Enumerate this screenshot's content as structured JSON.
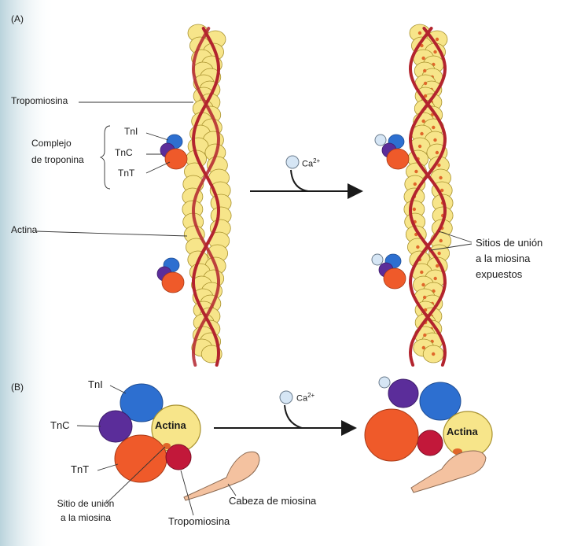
{
  "panel_a": {
    "panel_label": "(A)",
    "tropomiosina": "Tropomiosina",
    "complejo_line1": "Complejo",
    "complejo_line2": "de troponina",
    "tni": "TnI",
    "tnc": "TnC",
    "tnt": "TnT",
    "actina": "Actina",
    "calcium_base": "Ca",
    "calcium_sup": "2+",
    "sitios_line1": "Sitios de unión",
    "sitios_line2": "a la miosina",
    "sitios_line3": "expuestos"
  },
  "panel_b": {
    "panel_label": "(B)",
    "tni": "TnI",
    "tnc": "TnC",
    "tnt": "TnT",
    "actina_left": "Actina",
    "actina_right": "Actina",
    "calcium_base": "Ca",
    "calcium_sup": "2+",
    "sitio_line1": "Sitio de unión",
    "sitio_line2": "a la miosina",
    "tropomiosina": "Tropomiosina",
    "cabeza": "Cabeza de miosina"
  },
  "colors": {
    "actin": "#f7e58a",
    "actin_stroke": "#a8912e",
    "tropomyosin": "#b3242e",
    "tni_blue": "#2d6fd0",
    "tnc_purple": "#5b2d9a",
    "tnt_orange": "#ef5a2a",
    "tropo_red": "#c2183a",
    "myosin_head": "#f4c2a0",
    "calcium": "#d6e6f5",
    "binding_site": "#e0672a"
  }
}
